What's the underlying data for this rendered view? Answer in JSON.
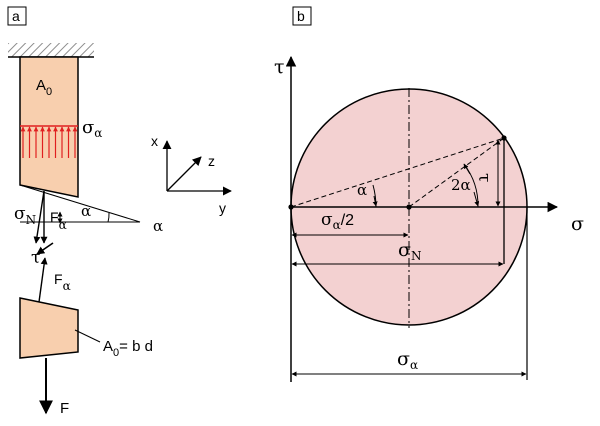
{
  "panel_a": {
    "tag": "a",
    "area": "A",
    "area_sub": "0",
    "sigma": "σ",
    "alpha_sub": "α",
    "axis_x": "x",
    "axis_y": "y",
    "axis_z": "z",
    "sigma_n": "σ",
    "sigma_n_sub": "N",
    "f": "F",
    "f_sub": "α",
    "alpha": "α",
    "alpha_far": "α",
    "tau": "τ",
    "f2": "F",
    "f2_sub": "α",
    "area2": "A",
    "area2_sub": "0",
    "area2_rest": "= b d",
    "force": "F"
  },
  "panel_b": {
    "tag": "b",
    "tau_axis": "τ",
    "sigma_axis": "σ",
    "alpha_angle": "α",
    "two_alpha": "2α",
    "tau_value": "τ",
    "half_sigma": "σ",
    "half_sigma_sub": "α",
    "half_sigma_rest": "/2",
    "sigma_n": "σ",
    "sigma_n_sub": "N",
    "sigma_alpha": "σ",
    "sigma_alpha_sub": "α"
  },
  "colors": {
    "fill": "#f8cfae",
    "circle_fill": "#f3d1d1",
    "arrows": "#e02020",
    "hatch": "#9a9a9a",
    "line": "#000000"
  }
}
